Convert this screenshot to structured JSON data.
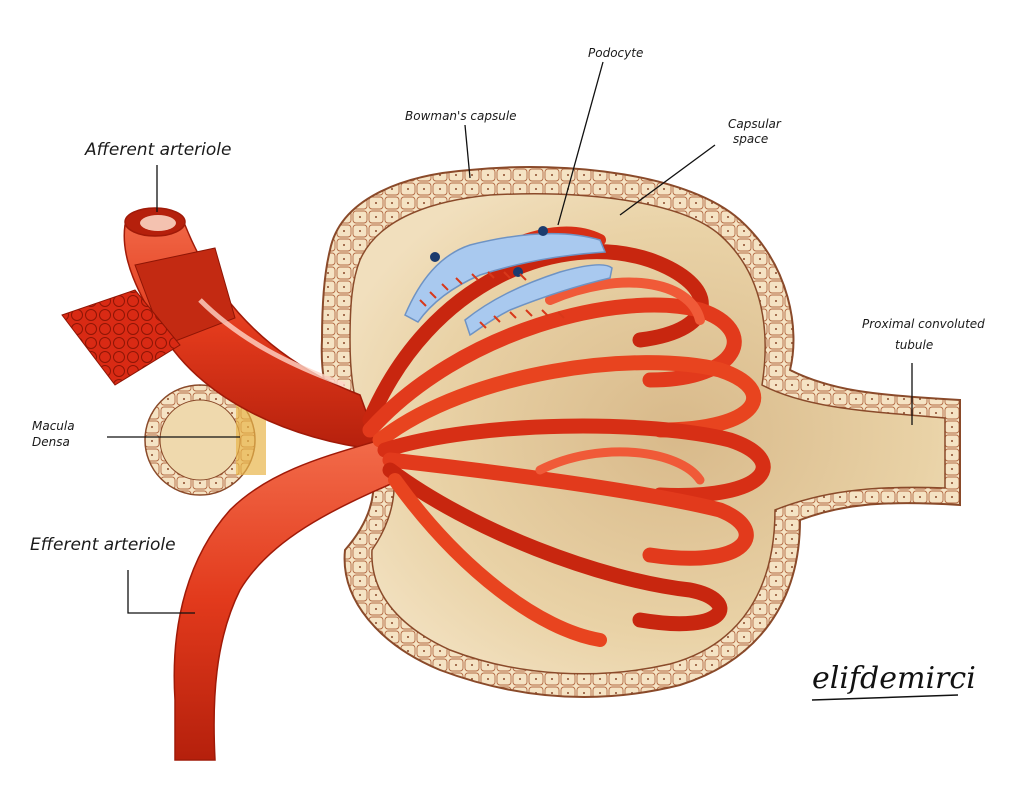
{
  "labels": {
    "afferent": "Afferent arteriole",
    "bowman": "Bowman's capsule",
    "podocyte": "Podocyte",
    "capsular_line1": "Capsular",
    "capsular_line2": "space",
    "proximal_line1": "Proximal convoluted",
    "proximal_line2": "tubule",
    "macula_line1": "Macula",
    "macula_line2": "Densa",
    "efferent": "Efferent arteriole"
  },
  "signature": "elifdemirci",
  "colors": {
    "capsule_fill": "#efd9ad",
    "capsule_wall": "#f3dfbe",
    "capsule_outline": "#8a4a2a",
    "vessel_red": "#e23a1c",
    "vessel_dark": "#b5200c",
    "vessel_light": "#f26b4a",
    "podocyte_blue": "#a9c9ef",
    "macula_fill": "#efd9ad"
  }
}
